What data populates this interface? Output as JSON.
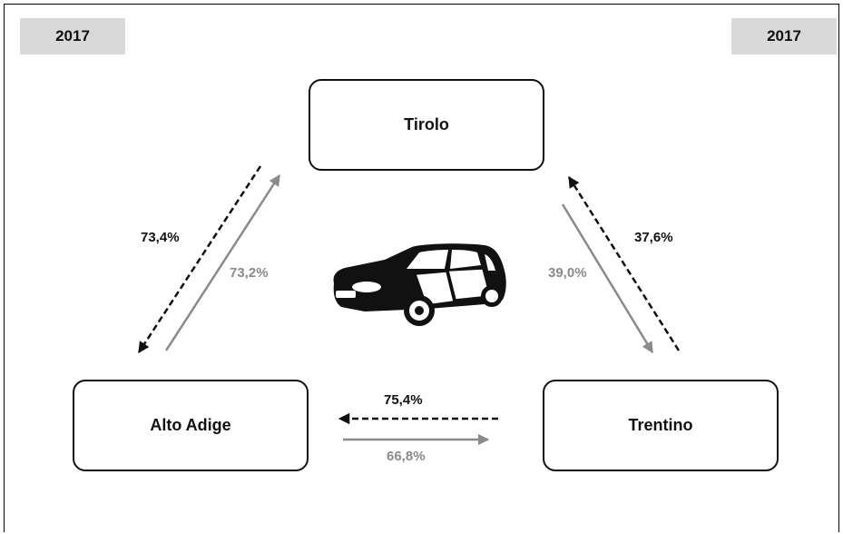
{
  "years": {
    "left": "2017",
    "right": "2017"
  },
  "nodes": {
    "tirolo": "Tirolo",
    "alto_adige": "Alto Adige",
    "trentino": "Trentino"
  },
  "flows": {
    "tirolo_to_alto_adige": "73,4%",
    "alto_adige_to_tirolo": "73,2%",
    "trentino_to_tirolo": "37,6%",
    "tirolo_to_trentino": "39,0%",
    "trentino_to_alto_adige": "75,4%",
    "alto_adige_to_trentino": "66,8%"
  },
  "legend_style": {
    "dashed": "#111111",
    "solid": "#8a8a8a"
  },
  "icons": {
    "center": "car-icon"
  }
}
